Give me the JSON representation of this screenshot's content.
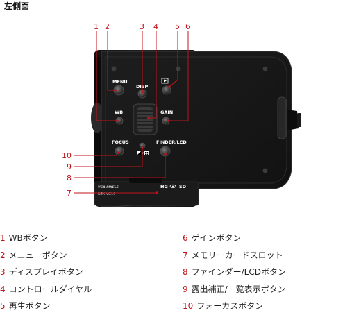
{
  "heading": "左側面",
  "camera_labels": {
    "menu": "MENU",
    "disp": "DISP",
    "wb": "WB",
    "gain": "GAIN",
    "focus": "FOCUS",
    "finder_lcd": "FINDER/LCD",
    "hg": "HG",
    "sd": "SD",
    "brand": "VGA PIXELS",
    "model": "NEX-VG10"
  },
  "callouts": [
    {
      "num": "1",
      "label": "WBボタン"
    },
    {
      "num": "2",
      "label": "メニューボタン"
    },
    {
      "num": "3",
      "label": "ディスプレイボタン"
    },
    {
      "num": "4",
      "label": "コントロールダイヤル"
    },
    {
      "num": "5",
      "label": "再生ボタン"
    },
    {
      "num": "6",
      "label": "ゲインボタン"
    },
    {
      "num": "7",
      "label": "メモリーカードスロット"
    },
    {
      "num": "8",
      "label": "ファインダー/LCDボタン"
    },
    {
      "num": "9",
      "label": "露出補正/一覧表示ボタン"
    },
    {
      "num": "10",
      "label": "フォーカスボタン"
    }
  ],
  "colors": {
    "callout": "#c0141c",
    "body": "#151515",
    "panel": "#1c1c1c"
  }
}
